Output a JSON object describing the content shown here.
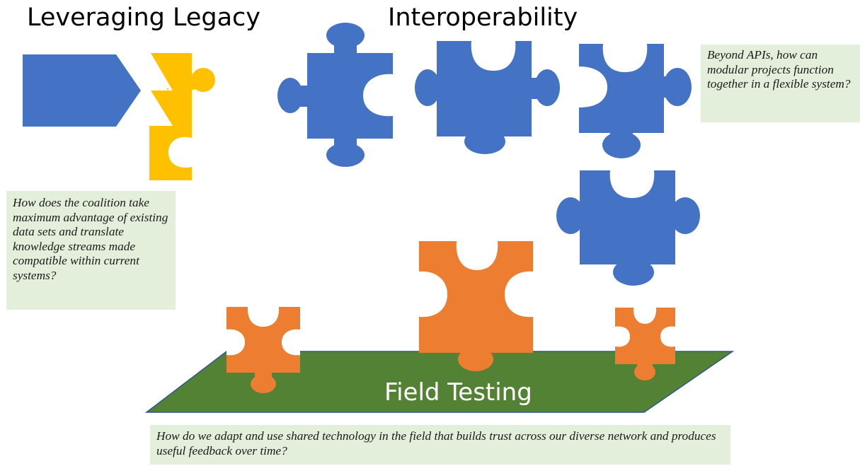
{
  "titles": {
    "leveraging_legacy": "Leveraging Legacy",
    "interoperability": "Interoperability",
    "field_testing": "Field Testing"
  },
  "notes": {
    "interoperability_question": "Beyond APIs, how can modular projects function together in a flexible  system?",
    "legacy_question": "How does the coalition take maximum advantage of existing data sets and translate knowledge streams made compatible within current systems?",
    "field_question": "How do we adapt and use shared technology in the field that builds trust across our diverse network and produces useful feedback over time?"
  },
  "colors": {
    "blue_piece": "#4472c4",
    "gold_piece": "#ffc000",
    "orange_piece": "#ed7d31",
    "field_green": "#548235",
    "field_outline": "#2f5597",
    "note_background": "#e3efda"
  }
}
